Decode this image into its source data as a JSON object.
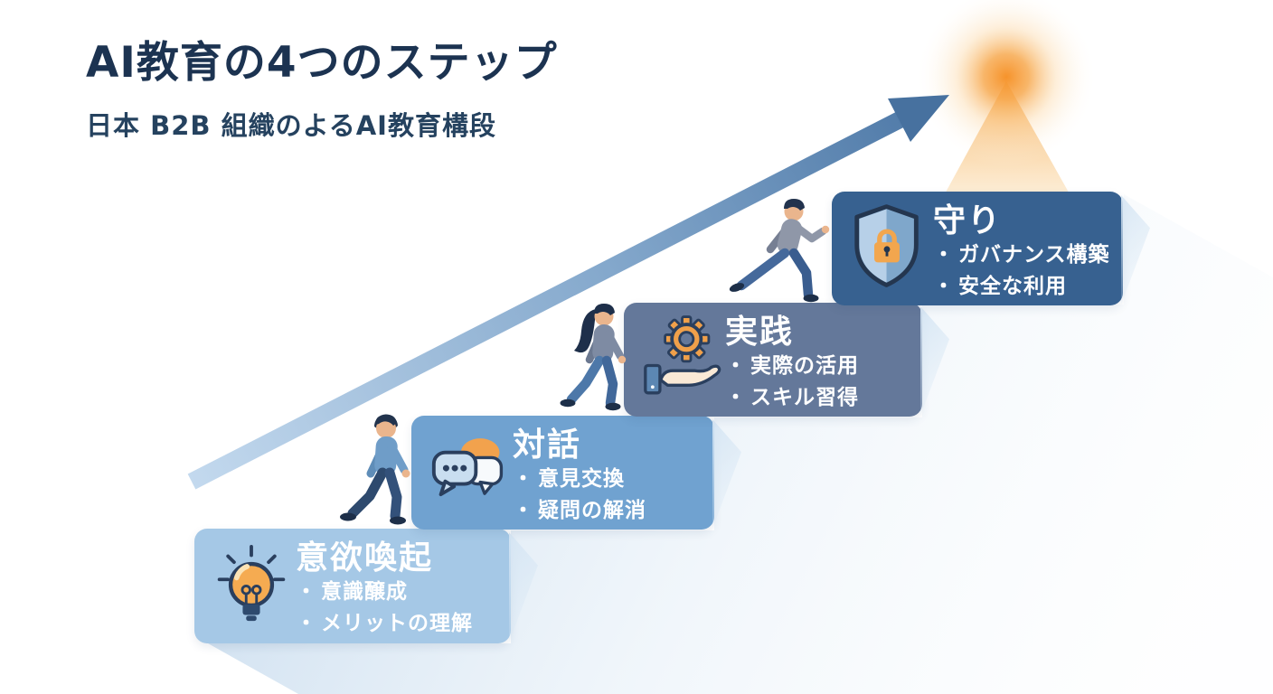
{
  "header": {
    "title": "AI教育の4つのステップ",
    "subtitle": "日本 B2B 組織のよるAI教育構段"
  },
  "bullet_marker": "・",
  "steps": [
    {
      "title": "意欲喚起",
      "bullets": [
        "意識醸成",
        "メリットの理解"
      ],
      "icon": "lightbulb-icon",
      "bg": "#a5c8e6"
    },
    {
      "title": "対話",
      "bullets": [
        "意見交換",
        "疑問の解消"
      ],
      "icon": "speech-bubbles-icon",
      "bg": "#70a2d0"
    },
    {
      "title": "実践",
      "bullets": [
        "実際の活用",
        "スキル習得"
      ],
      "icon": "gear-hand-icon",
      "bg": "#64789a"
    },
    {
      "title": "守り",
      "bullets": [
        "ガバナンス構築",
        "安全な利用"
      ],
      "icon": "shield-lock-icon",
      "bg": "#376190"
    }
  ],
  "decorations": {
    "arrow": {
      "name": "growth-arrow",
      "color_start": "#c3d9ee",
      "color_end": "#4b76a5"
    },
    "glow": {
      "name": "goal-glow",
      "color": "#f59e3f"
    },
    "beam": {
      "name": "light-beam",
      "color": "#f7ab55"
    },
    "shadow": {
      "name": "staircase-shadow",
      "color": "#aecbe6"
    },
    "people": [
      "walking-man",
      "walking-woman",
      "running-man"
    ]
  },
  "colors": {
    "title_text": "#1c3351",
    "subtitle_text": "#25425f",
    "card_text": "#ffffff",
    "outline_navy": "#2a3f5e",
    "accent_orange": "#f2a24d"
  }
}
